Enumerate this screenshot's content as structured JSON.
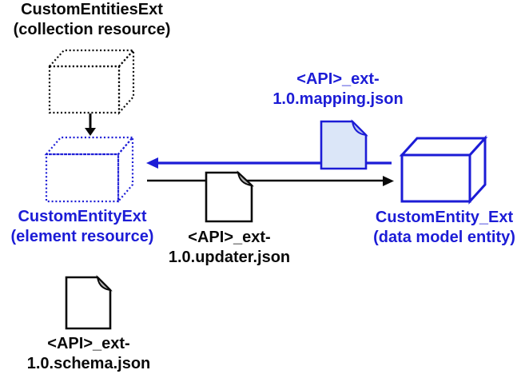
{
  "colors": {
    "blue": "#1c1cd6",
    "black": "#0a0a0a",
    "mapping_doc_fill": "#dbe6f8",
    "mapping_doc_fold_fill": "#b7c7ee",
    "doc_fold_gray": "#b3b3b3",
    "background": "#ffffff"
  },
  "nodes": {
    "collection": {
      "line1": "CustomEntitiesExt",
      "line2": "(collection resource)"
    },
    "element": {
      "line1": "CustomEntityExt",
      "line2": "(element resource)"
    },
    "data_model": {
      "line1": "CustomEntity_Ext",
      "line2": "(data model entity)"
    },
    "mapping": {
      "line1": "<API>_ext-",
      "line2": "1.0.mapping.json"
    },
    "updater": {
      "line1": "<API>_ext-",
      "line2": "1.0.updater.json"
    },
    "schema": {
      "line1": "<API>_ext-",
      "line2": "1.0.schema.json"
    }
  },
  "icons": {
    "collection-cube-icon": "3d-cube-black-dotted-outline",
    "element-cube-icon": "3d-cube-blue-dotted-outline",
    "data-model-cube-icon": "3d-cube-blue-solid-outline",
    "mapping-file-icon": "document-folded-corner-blue",
    "updater-file-icon": "document-folded-corner-black",
    "schema-file-icon": "document-folded-corner-black",
    "down-arrow-icon": "black-arrow-down",
    "mapping-arrow-icon": "blue-arrow-left",
    "updater-arrow-icon": "black-arrow-right"
  }
}
